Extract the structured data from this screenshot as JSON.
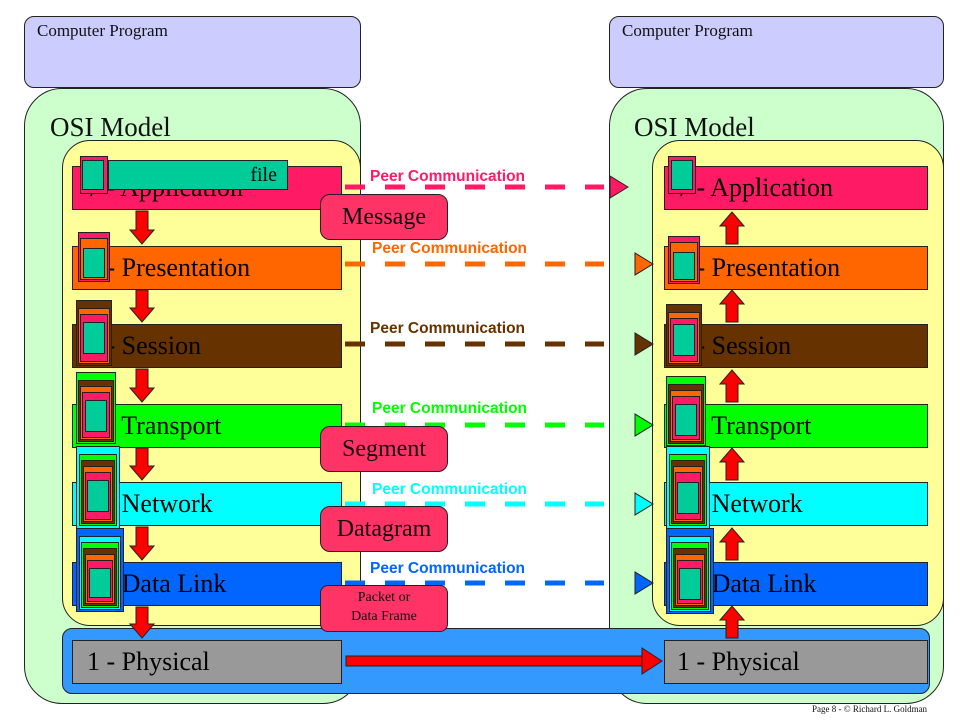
{
  "colors": {
    "program": "#ccccff",
    "osi_outer": "#ccffcc",
    "osi_inner": "#ffff99",
    "physical_band": "#3399ff",
    "application": "#ff1a66",
    "presentation": "#ff6600",
    "session": "#663300",
    "transport": "#00ff00",
    "network": "#00ffff",
    "datalink": "#0066ff",
    "physical": "#999999",
    "encap_arrow": "#ff0000",
    "chip_core": "#00cc99"
  },
  "left_stack": {
    "program_label": "Computer Program",
    "model_title": "OSI Model",
    "file_label": "file",
    "layers": [
      {
        "label": "7 - Application"
      },
      {
        "label": "6 - Presentation"
      },
      {
        "label": "5 - Session"
      },
      {
        "label": "4 - Transport"
      },
      {
        "label": "3 - Network"
      },
      {
        "label": "2 - Data Link"
      },
      {
        "label": "1 - Physical"
      }
    ]
  },
  "right_stack": {
    "program_label": "Computer Program",
    "model_title": "OSI Model",
    "layers": [
      {
        "label": "7 - Application"
      },
      {
        "label": "6 - Presentation"
      },
      {
        "label": "5 - Session"
      },
      {
        "label": "4 - Transport"
      },
      {
        "label": "3 - Network"
      },
      {
        "label": "2 - Data Link"
      },
      {
        "label": "1 - Physical"
      }
    ]
  },
  "peer_links": [
    {
      "label": "Peer Communication",
      "color": "#ff1a66"
    },
    {
      "label": "Peer Communication",
      "color": "#ff6600"
    },
    {
      "label": "Peer Communication",
      "color": "#663300"
    },
    {
      "label": "Peer Communication",
      "color": "#00ff00"
    },
    {
      "label": "Peer Communication",
      "color": "#00ffff"
    },
    {
      "label": "Peer Communication",
      "color": "#0066ff"
    }
  ],
  "data_units": {
    "message": "Message",
    "segment": "Segment",
    "datagram": "Datagram",
    "packet": [
      "Packet or",
      "Data Frame"
    ]
  },
  "footer": "Page 8 - © Richard L. Goldman"
}
